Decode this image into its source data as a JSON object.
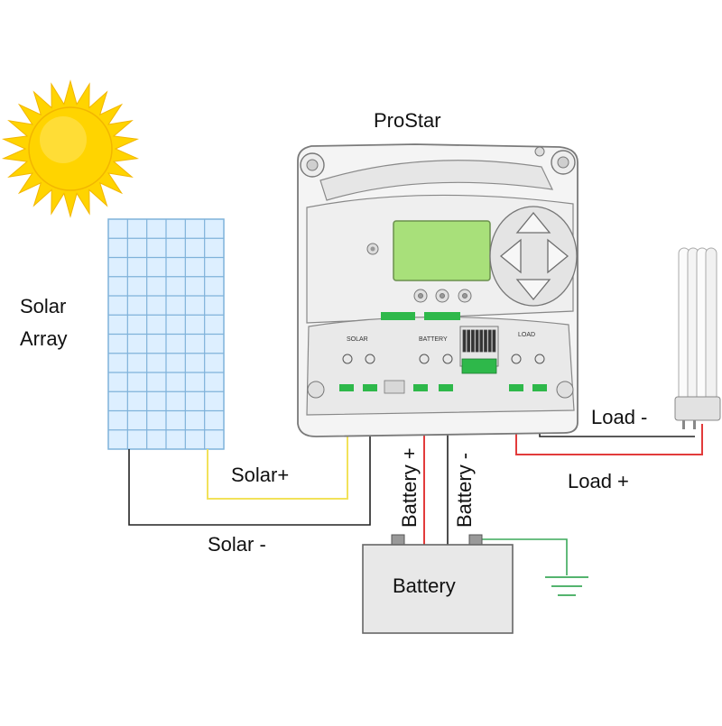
{
  "controller": {
    "title": "ProStar",
    "terminal_solar": "SOLAR",
    "terminal_battery": "BATTERY",
    "terminal_load": "LOAD"
  },
  "solar": {
    "label_line1": "Solar",
    "label_line2": "Array",
    "plus_label": "Solar+",
    "minus_label": "Solar -"
  },
  "battery": {
    "label": "Battery",
    "plus_label": "Battery +",
    "minus_label": "Battery -"
  },
  "load": {
    "minus_label": "Load -",
    "plus_label": "Load +"
  },
  "colors": {
    "sun": "#FFD400",
    "panel_cell": "#DDEFFF",
    "panel_grid": "#7FB2DA",
    "lcd": "#A8E07A",
    "terminal_green": "#2EB84A",
    "wire_yellow": "#F2E25A",
    "wire_red": "#E23B3B",
    "wire_black": "#222222",
    "wire_ground": "#3BAA5A"
  }
}
